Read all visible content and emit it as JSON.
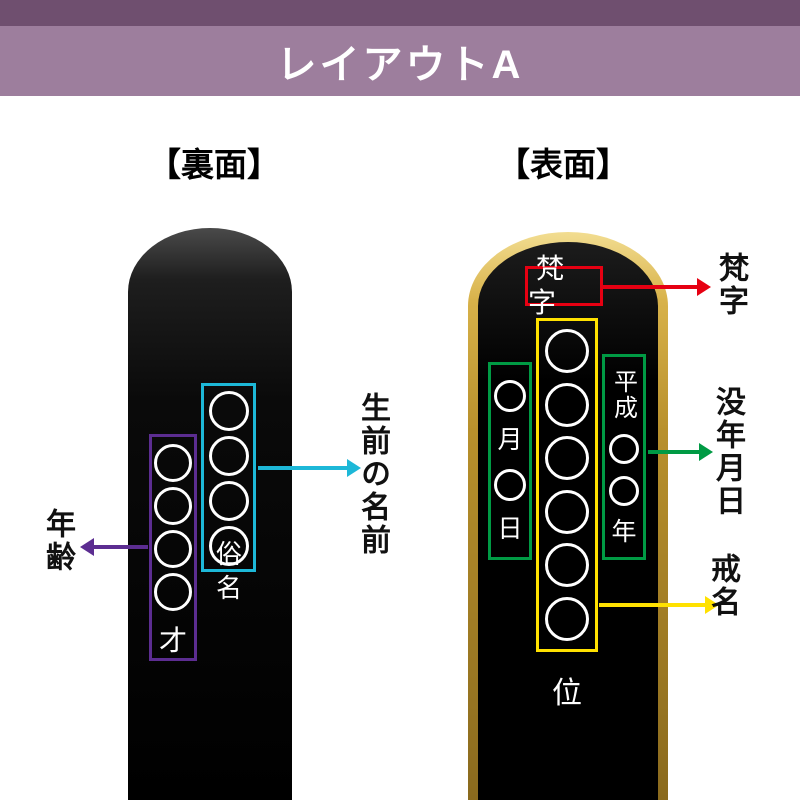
{
  "header": {
    "title": "レイアウトA"
  },
  "back_side": {
    "heading": "【裏面】",
    "tablet": {
      "name_column_label": "俗名",
      "age_suffix": "才"
    },
    "annotations": {
      "name": "生前の名前",
      "age": "年齢"
    }
  },
  "front_side": {
    "heading": "【表面】",
    "tablet": {
      "bonji": "梵字",
      "rank_suffix": "位",
      "date_left_column": {
        "month": "月",
        "day": "日"
      },
      "date_right_column": {
        "era": "平成",
        "year": "年"
      }
    },
    "annotations": {
      "bonji": "梵字",
      "death_date": "没年月日",
      "kaimyo": "戒名"
    }
  },
  "colors": {
    "header_strip": "#6f4f6f",
    "header_band": "#9d7e9d",
    "cyan": "#1db8d8",
    "purple": "#5c2d91",
    "red": "#e60012",
    "green": "#009a44",
    "yellow": "#ffe100",
    "gold": "#c9a43f",
    "tablet_black": "#000000"
  }
}
